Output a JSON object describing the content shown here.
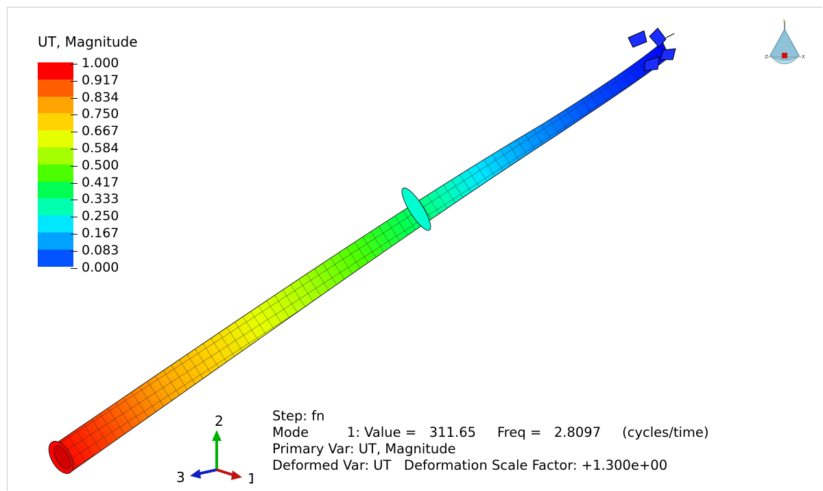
{
  "legend": {
    "title": "UT, Magnitude",
    "labels": [
      "1.000",
      "0.917",
      "0.834",
      "0.750",
      "0.667",
      "0.584",
      "0.500",
      "0.417",
      "0.333",
      "0.250",
      "0.167",
      "0.083",
      "0.000"
    ],
    "colors": [
      "#ff0000",
      "#ff5e00",
      "#ffa400",
      "#ffd200",
      "#e6ff00",
      "#a6ff00",
      "#4cff00",
      "#00ff52",
      "#00ffae",
      "#00e7ff",
      "#00a2ff",
      "#0053ff",
      "#0000ff"
    ]
  },
  "info": {
    "step": "Step: fn",
    "mode": "Mode         1: Value =   311.65     Freq =   2.8097     (cycles/time)",
    "primary": "Primary Var: UT, Magnitude",
    "deformed": "Deformed Var: UT   Deformation Scale Factor: +1.300e+00"
  },
  "triad": {
    "axis_2": "2",
    "axis_3": "3",
    "axis_1": "1"
  },
  "view_triad": {
    "y": "Y",
    "z": "Z",
    "x": "X"
  }
}
